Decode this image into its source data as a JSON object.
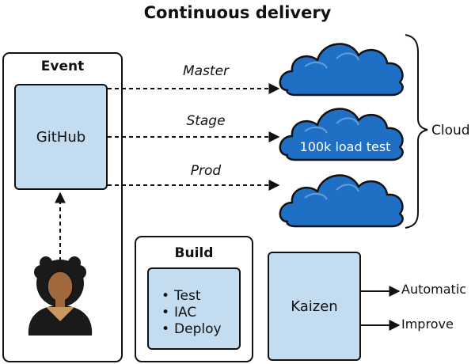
{
  "title": "Continuous delivery",
  "event": {
    "label": "Event",
    "source": "GitHub"
  },
  "branches": [
    {
      "label": "Master",
      "cloud_text": ""
    },
    {
      "label": "Stage",
      "cloud_text": "100k load test"
    },
    {
      "label": "Prod",
      "cloud_text": ""
    }
  ],
  "cloud_label": "Cloud",
  "build": {
    "label": "Build",
    "steps": [
      "Test",
      "IAC",
      "Deploy"
    ]
  },
  "kaizen": {
    "label": "Kaizen",
    "outputs": [
      "Automatic",
      "Improve"
    ]
  },
  "colors": {
    "cloud_fill": "#1f6fc5",
    "box_fill": "#c4dcf0",
    "skin": "#a0683c",
    "hair": "#1a1a1a"
  },
  "icons": [
    "developer-person-icon",
    "cloud-icon"
  ]
}
